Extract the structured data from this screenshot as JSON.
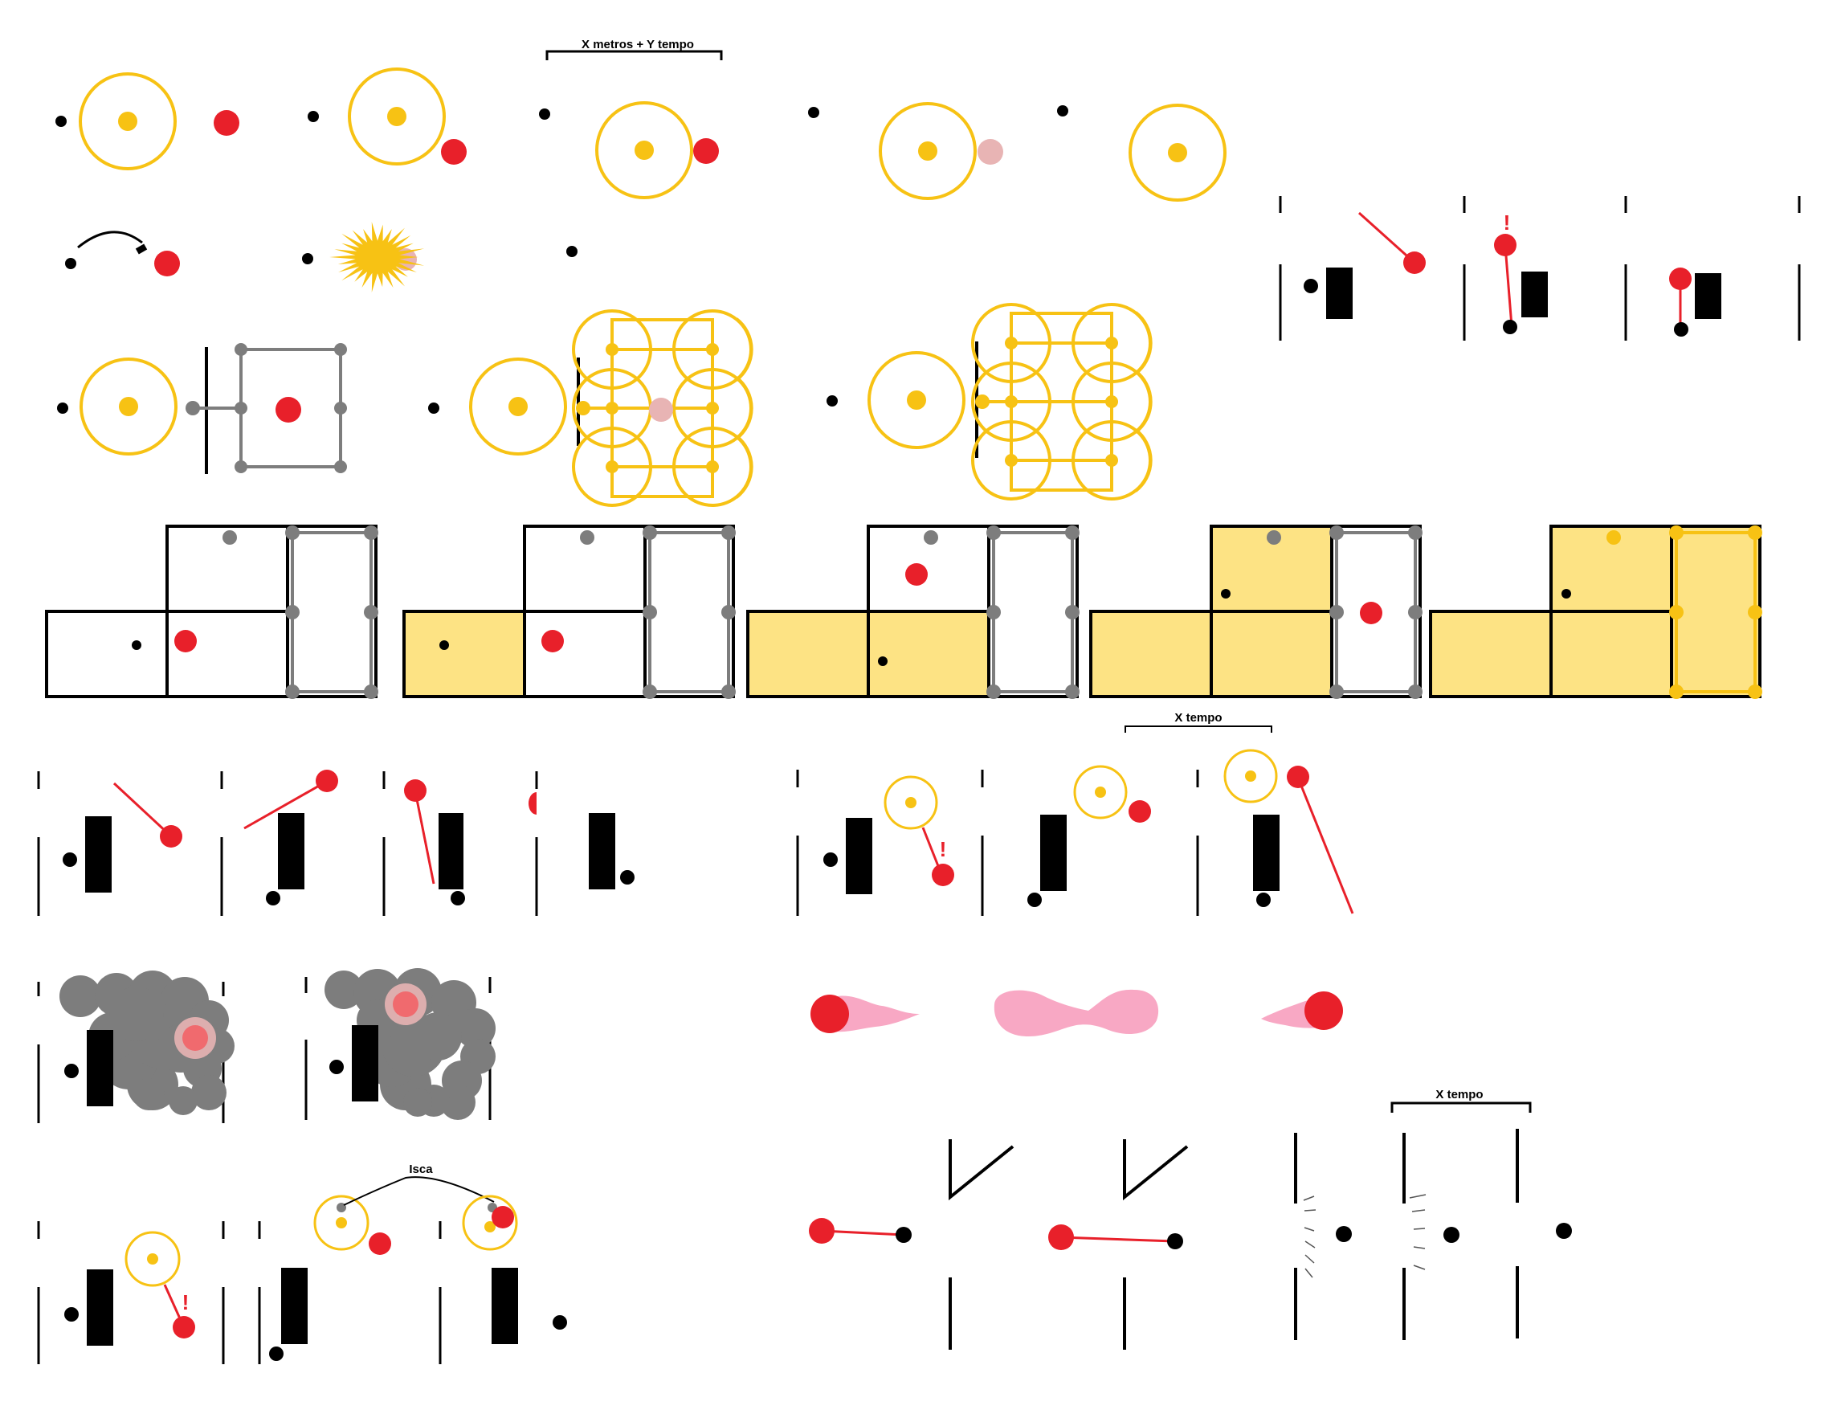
{
  "annotations": {
    "distance_time": "X metros + Y tempo",
    "time_a": "X tempo",
    "time_b": "X tempo",
    "bait": "Isca",
    "alert": "!"
  },
  "colors": {
    "player": "#000000",
    "enemy": "#e8202a",
    "light": "#f7c214",
    "light_fill": "#fde384",
    "faded_enemy": "#e8b4b4",
    "smoke": "#7d7d7d",
    "trail": "#f8a8c4",
    "node": "#7d7d7d"
  },
  "legend_icons": [
    "player-dot",
    "enemy-dot",
    "light-radius-circle",
    "wall-cover",
    "smoke-cloud",
    "door-gap"
  ]
}
